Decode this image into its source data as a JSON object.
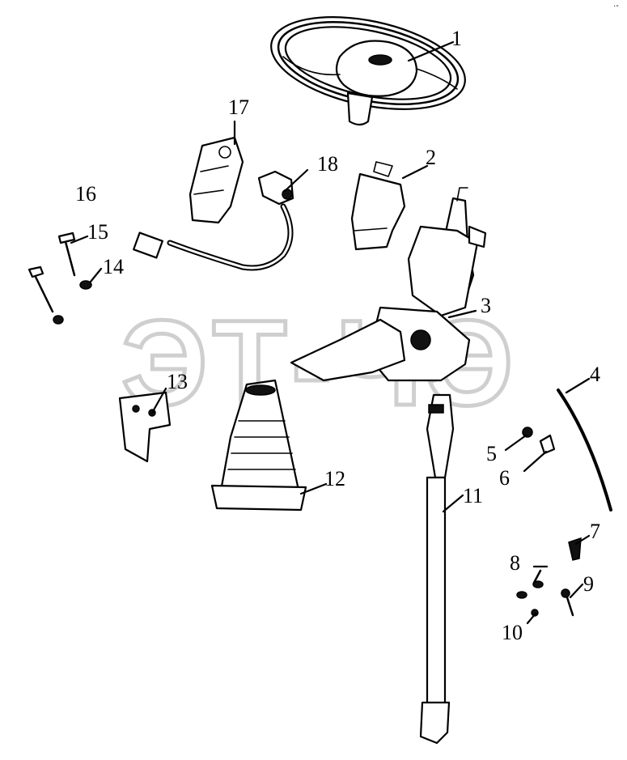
{
  "diagram": {
    "watermark": "ЭТ-ЧЭ",
    "corner_mark": "·-",
    "labels": [
      {
        "id": "1",
        "text": "1"
      },
      {
        "id": "2",
        "text": "2"
      },
      {
        "id": "3",
        "text": "3"
      },
      {
        "id": "4",
        "text": "4"
      },
      {
        "id": "5",
        "text": "5"
      },
      {
        "id": "6",
        "text": "6"
      },
      {
        "id": "7",
        "text": "7"
      },
      {
        "id": "8",
        "text": "8"
      },
      {
        "id": "9",
        "text": "9"
      },
      {
        "id": "10",
        "text": "10"
      },
      {
        "id": "11",
        "text": "11"
      },
      {
        "id": "12",
        "text": "12"
      },
      {
        "id": "13",
        "text": "13"
      },
      {
        "id": "14",
        "text": "14"
      },
      {
        "id": "15",
        "text": "15"
      },
      {
        "id": "16",
        "text": "16"
      },
      {
        "id": "17",
        "text": "17"
      },
      {
        "id": "18",
        "text": "18"
      }
    ]
  }
}
